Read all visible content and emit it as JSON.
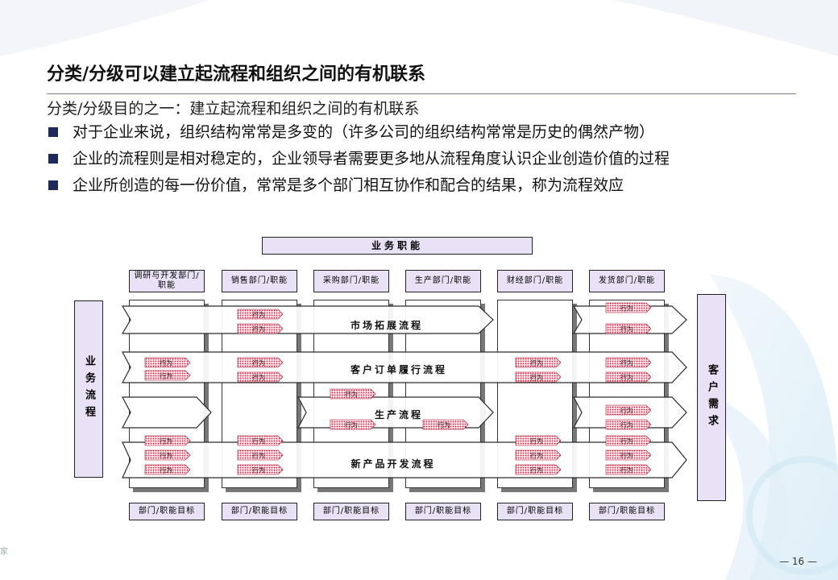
{
  "title": "分类/分级可以建立起流程和组织之间的有机联系",
  "subtitle": "分类/分级目的之一：建立起流程和组织之间的有机联系",
  "bullets": [
    "对于企业来说，组织结构常常是多变的（许多公司的组织结构常常是历史的偶然产物）",
    "企业的流程则是相对稳定的，企业领导者需要更多地从流程角度认识企业创造价值的过程",
    "企业所创造的每一份价值，常常是多个部门相互协作和配合的结果，称为流程效应"
  ],
  "diagram": {
    "header": "业务职能",
    "left_label": "业务流程",
    "right_label": "客户需求",
    "departments": [
      "调研与开发部门/职能",
      "销售部门/职能",
      "采购部门/职能",
      "生产部门/职能",
      "财经部门/职能",
      "发货部门/职能"
    ],
    "dept_goal": "部门/职能目标",
    "action_label": "行为",
    "processes": [
      "市场拓展流程",
      "客户订单履行流程",
      "生产流程",
      "新产品开发流程"
    ]
  },
  "page_number": "— 16 —",
  "edge_mark": "家"
}
